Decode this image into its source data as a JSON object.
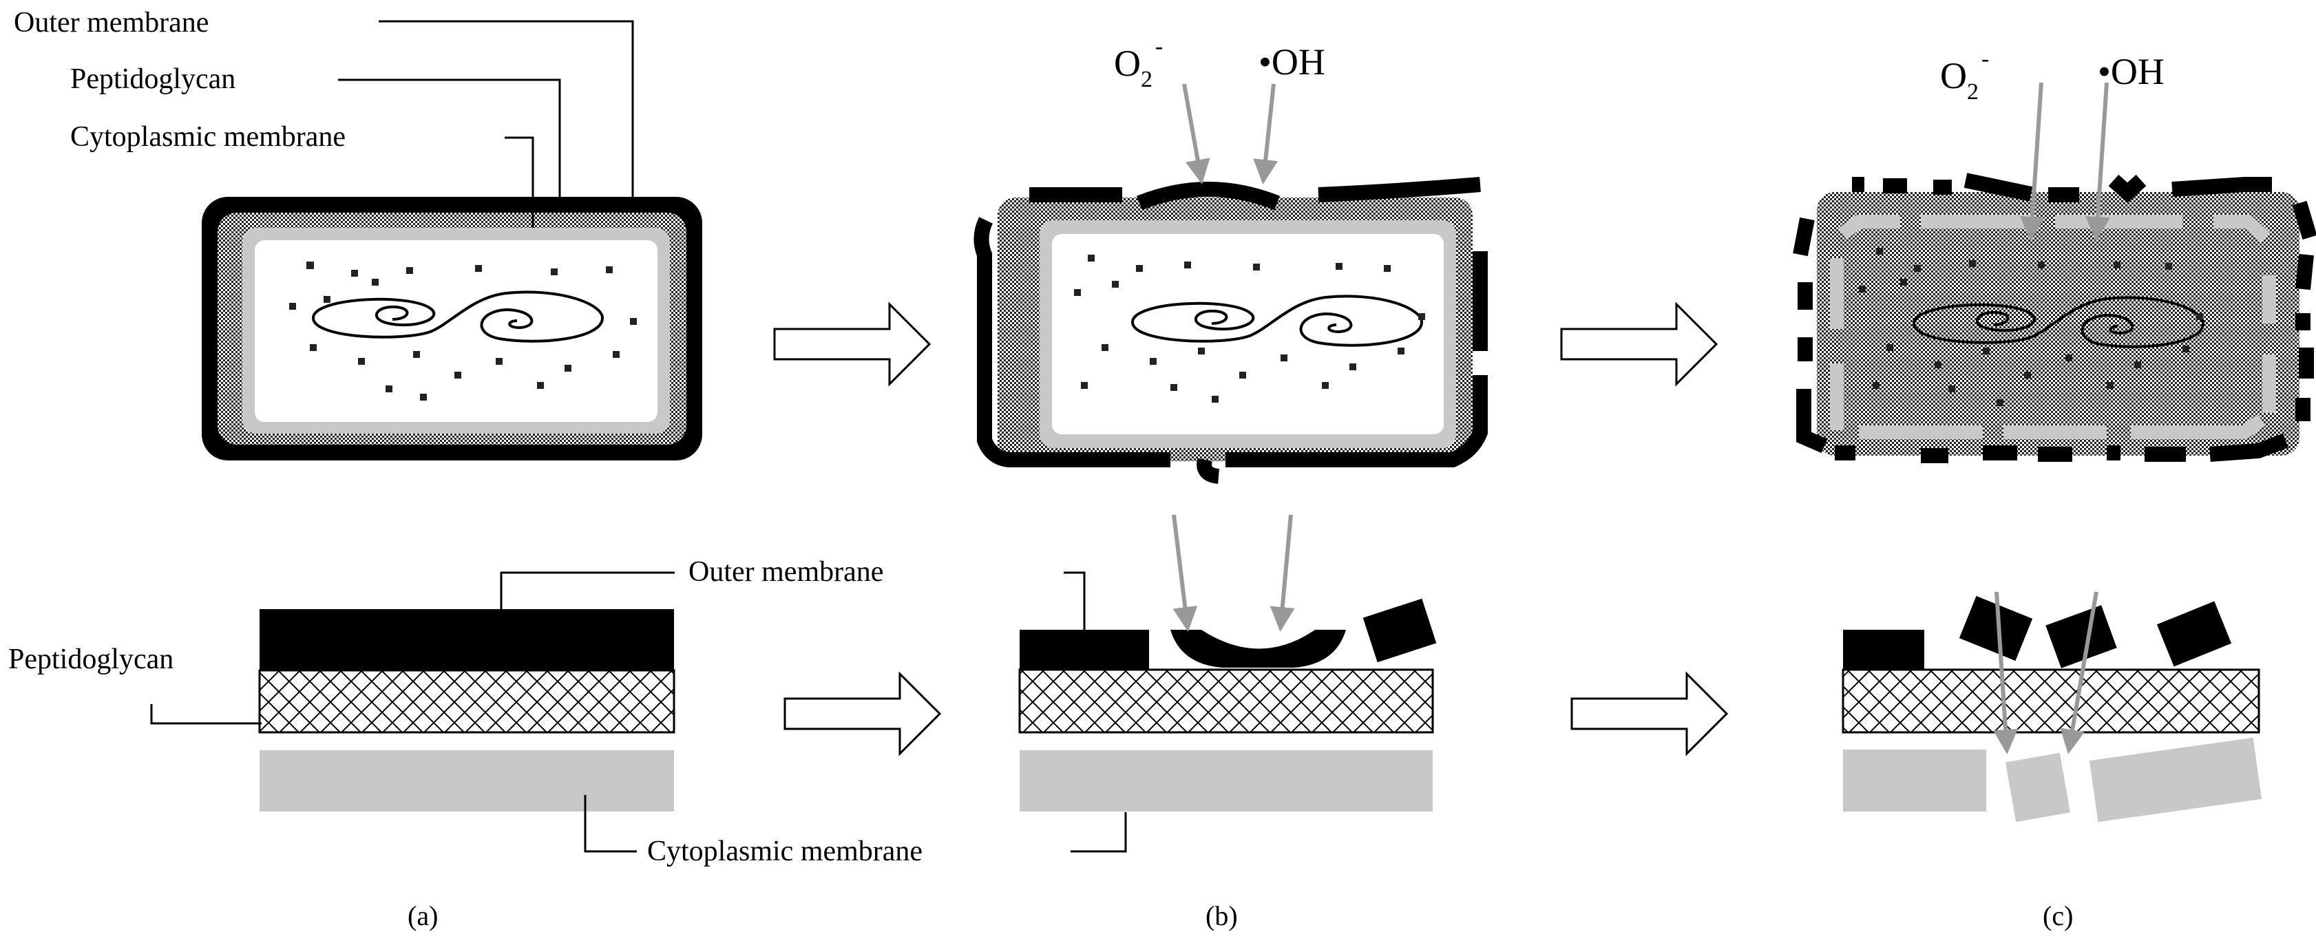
{
  "labels": {
    "outer_membrane": "Outer membrane",
    "peptidoglycan": "Peptidoglycan",
    "cytoplasmic_membrane": "Cytoplasmic membrane"
  },
  "species": {
    "superoxide_base": "O",
    "superoxide_sub": "2",
    "superoxide_sup": "-",
    "hydroxyl": "•OH"
  },
  "panels": {
    "a": "(a)",
    "b": "(b)",
    "c": "(c)"
  },
  "colors": {
    "membrane": "#000000",
    "cytoplasmic": "#c8c8c8",
    "arrow_attack": "#999999",
    "background": "#ffffff"
  }
}
